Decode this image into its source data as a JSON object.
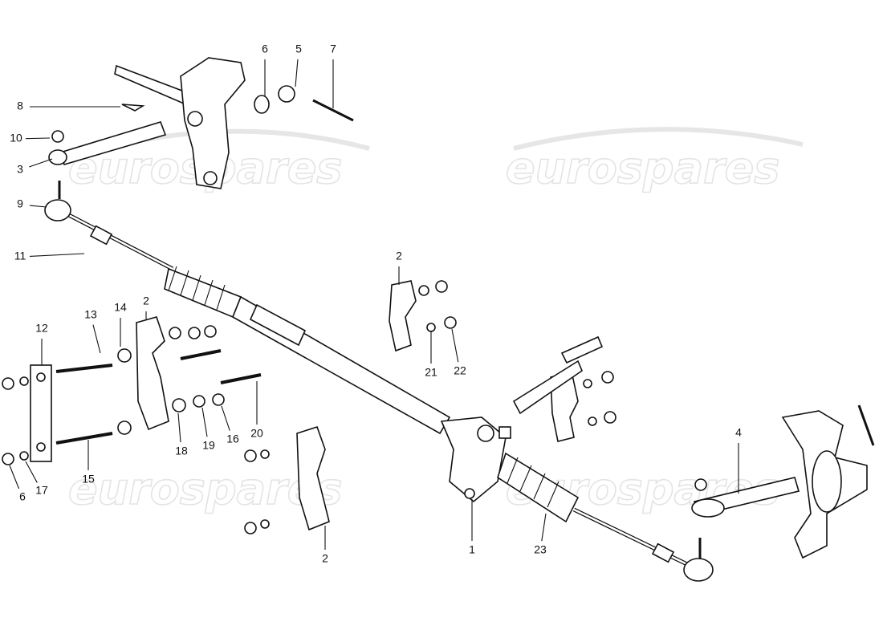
{
  "diagram": {
    "watermark": "eurospares",
    "callouts": [
      "6",
      "5",
      "7",
      "8",
      "10",
      "3",
      "9",
      "11",
      "2",
      "12",
      "13",
      "14",
      "2",
      "20",
      "18",
      "19",
      "16",
      "6",
      "17",
      "15",
      "2",
      "21",
      "22",
      "1",
      "23",
      "4"
    ]
  }
}
